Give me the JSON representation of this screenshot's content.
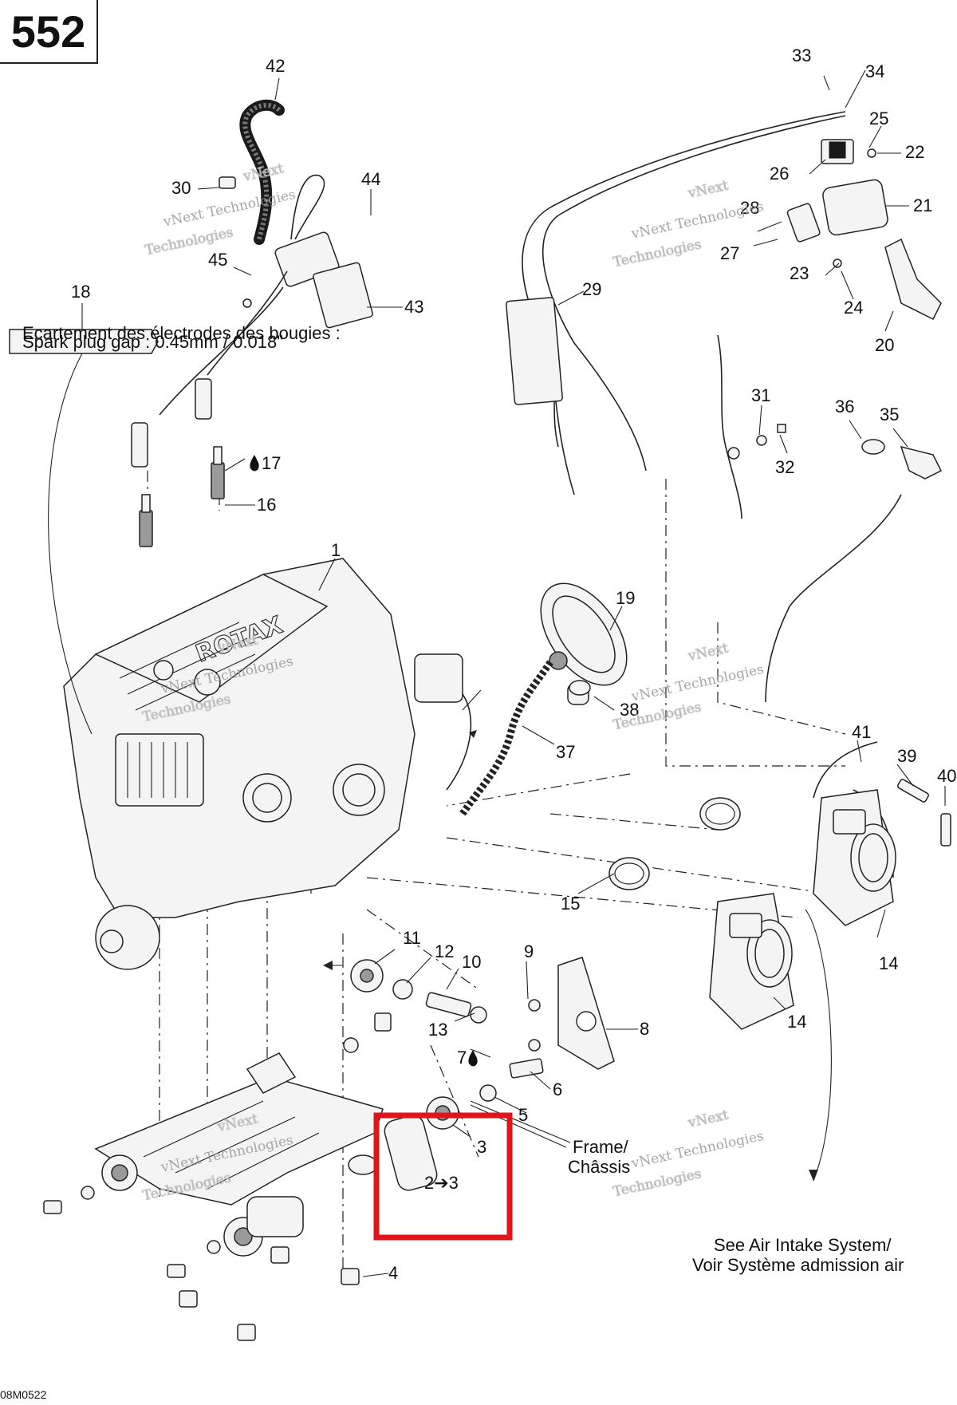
{
  "page_number": "552",
  "drawing_code": "08M0522",
  "callouts": [
    {
      "id": "c42",
      "label": "42"
    },
    {
      "id": "c33",
      "label": "33"
    },
    {
      "id": "c34",
      "label": "34"
    },
    {
      "id": "c25",
      "label": "25"
    },
    {
      "id": "c22",
      "label": "22"
    },
    {
      "id": "c26",
      "label": "26"
    },
    {
      "id": "c21",
      "label": "21"
    },
    {
      "id": "c30",
      "label": "30"
    },
    {
      "id": "c44",
      "label": "44"
    },
    {
      "id": "c28",
      "label": "28"
    },
    {
      "id": "c27",
      "label": "27"
    },
    {
      "id": "c23",
      "label": "23"
    },
    {
      "id": "c24",
      "label": "24"
    },
    {
      "id": "c45",
      "label": "45"
    },
    {
      "id": "c43",
      "label": "43"
    },
    {
      "id": "c29",
      "label": "29"
    },
    {
      "id": "c20",
      "label": "20"
    },
    {
      "id": "c18",
      "label": "18"
    },
    {
      "id": "c31",
      "label": "31"
    },
    {
      "id": "c32",
      "label": "32"
    },
    {
      "id": "c36",
      "label": "36"
    },
    {
      "id": "c35",
      "label": "35"
    },
    {
      "id": "c17",
      "label": "17"
    },
    {
      "id": "c16",
      "label": "16"
    },
    {
      "id": "c1",
      "label": "1"
    },
    {
      "id": "c19",
      "label": "19"
    },
    {
      "id": "c38",
      "label": "38"
    },
    {
      "id": "c37",
      "label": "37"
    },
    {
      "id": "c41",
      "label": "41"
    },
    {
      "id": "c39",
      "label": "39"
    },
    {
      "id": "c40",
      "label": "40"
    },
    {
      "id": "c15",
      "label": "15"
    },
    {
      "id": "c11",
      "label": "11"
    },
    {
      "id": "c12",
      "label": "12"
    },
    {
      "id": "c10",
      "label": "10"
    },
    {
      "id": "c9",
      "label": "9"
    },
    {
      "id": "c14a",
      "label": "14"
    },
    {
      "id": "c14b",
      "label": "14"
    },
    {
      "id": "c13",
      "label": "13"
    },
    {
      "id": "c8",
      "label": "8"
    },
    {
      "id": "c7",
      "label": "7"
    },
    {
      "id": "c6",
      "label": "6"
    },
    {
      "id": "c5",
      "label": "5"
    },
    {
      "id": "c3",
      "label": "3"
    },
    {
      "id": "c23b",
      "label": "2➔3"
    },
    {
      "id": "c4",
      "label": "4"
    }
  ],
  "notes": {
    "spark_gap_line1": "Ecartement des électrodes des bougies :",
    "spark_gap_line2": "Spark plug gap :  0.45mm / 0.018\"",
    "frame_line1": "Frame/",
    "frame_line2": "Châssis",
    "see_air_line1": "See Air Intake System/",
    "see_air_line2": "Voir Système admission air"
  },
  "watermark": {
    "line1": "vNext",
    "line2": "vNext Technologies",
    "line3": "Technologies"
  },
  "colors": {
    "highlight_box": "#e0141b",
    "line": "#222222",
    "watermark": "#bdbdbd"
  },
  "icons": [
    "drop-icon"
  ]
}
